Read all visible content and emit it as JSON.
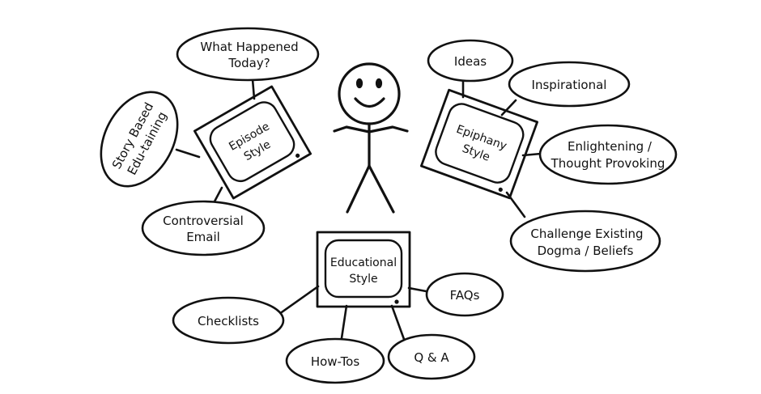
{
  "tvs": {
    "episode": {
      "line1": "Episode",
      "line2": "Style"
    },
    "epiphany": {
      "line1": "Epiphany",
      "line2": "Style"
    },
    "educational": {
      "line1": "Educational",
      "line2": "Style"
    }
  },
  "bubbles": {
    "what_happened": {
      "line1": "What Happened",
      "line2": "Today?"
    },
    "story_based": {
      "line1": "Story Based",
      "line2": "Edu-taining"
    },
    "controversial": {
      "line1": "Controversial",
      "line2": "Email"
    },
    "ideas": {
      "line1": "Ideas"
    },
    "inspirational": {
      "line1": "Inspirational"
    },
    "enlightening": {
      "line1": "Enlightening /",
      "line2": "Thought Provoking"
    },
    "challenge": {
      "line1": "Challenge Existing",
      "line2": "Dogma / Beliefs"
    },
    "faqs": {
      "line1": "FAQs"
    },
    "checklists": {
      "line1": "Checklists"
    },
    "howtos": {
      "line1": "How-Tos"
    },
    "qa": {
      "line1": "Q & A"
    }
  }
}
